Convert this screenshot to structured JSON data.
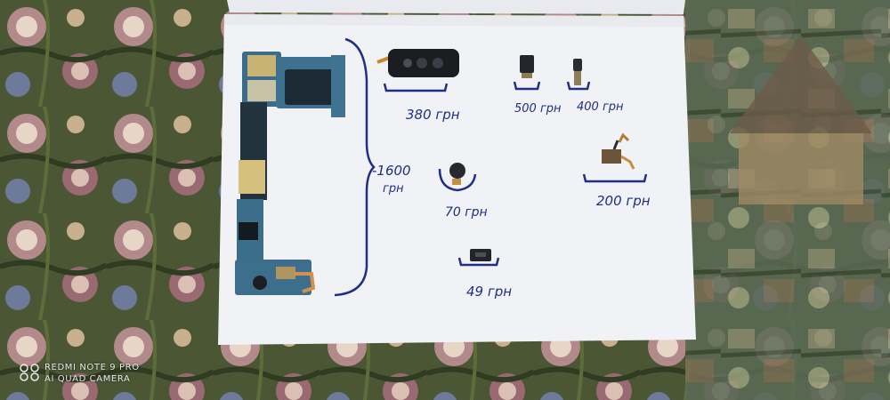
{
  "labels": {
    "mainboard": "-1600",
    "mainboard_unit": "грн",
    "camera_glass": "380 грн",
    "front_camera": "500 грн",
    "small_camera": "400 грн",
    "vibro_motor": "70 грн",
    "flex_cable": "200 грн",
    "speaker": "49 грн"
  },
  "watermark": {
    "line1": "REDMI NOTE 9 PRO",
    "line2": "AI QUAD CAMERA"
  },
  "colors": {
    "paper": "#f2f3f7",
    "ink": "#1f2f87",
    "pcb": "#3c6f8a"
  }
}
